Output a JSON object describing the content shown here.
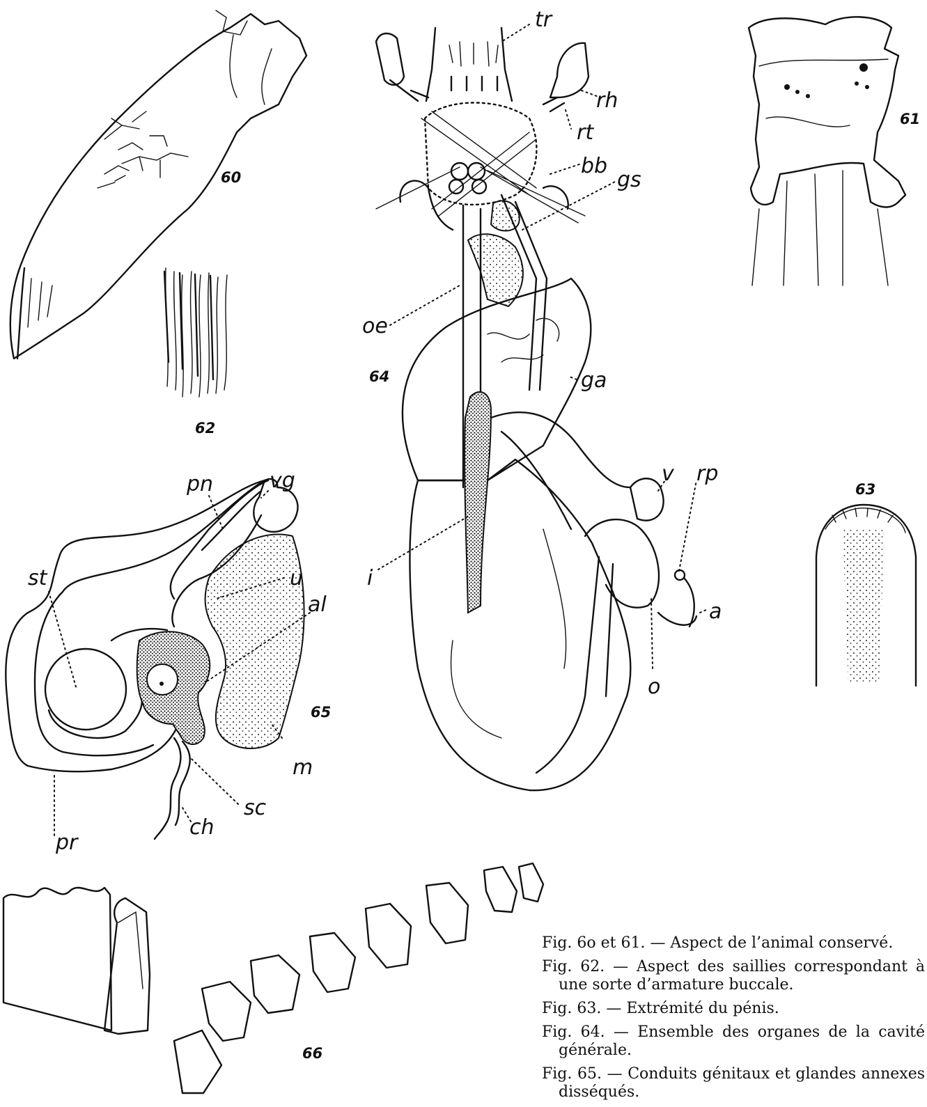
{
  "figure_numbers": {
    "f60": "60",
    "f61": "61",
    "f62": "62",
    "f63": "63",
    "f64": "64",
    "f65": "65",
    "f66": "66"
  },
  "labels_fig64": {
    "tr": "tr",
    "rh": "rh",
    "rt": "rt",
    "bb": "bb",
    "gs": "gs",
    "oe": "oe",
    "ga": "ga",
    "v": "v",
    "rp": "rp",
    "i": "i",
    "a": "a",
    "o": "o"
  },
  "labels_fig65": {
    "pn": "pn",
    "vg": "vg",
    "st": "st",
    "u": "u",
    "al": "al",
    "m": "m",
    "sc": "sc",
    "ch": "ch",
    "pr": "pr"
  },
  "caption": [
    "Fig. 6o et 61. — Aspect de l’animal conservé.",
    "Fig. 62. — Aspect des saillies correspondant à une sorte d’armature buccale.",
    "Fig. 63. — Extrémité du pénis.",
    "Fig. 64. — Ensemble des organes de la cavité générale.",
    "Fig. 65. — Conduits génitaux et glandes annexes disséqués."
  ]
}
